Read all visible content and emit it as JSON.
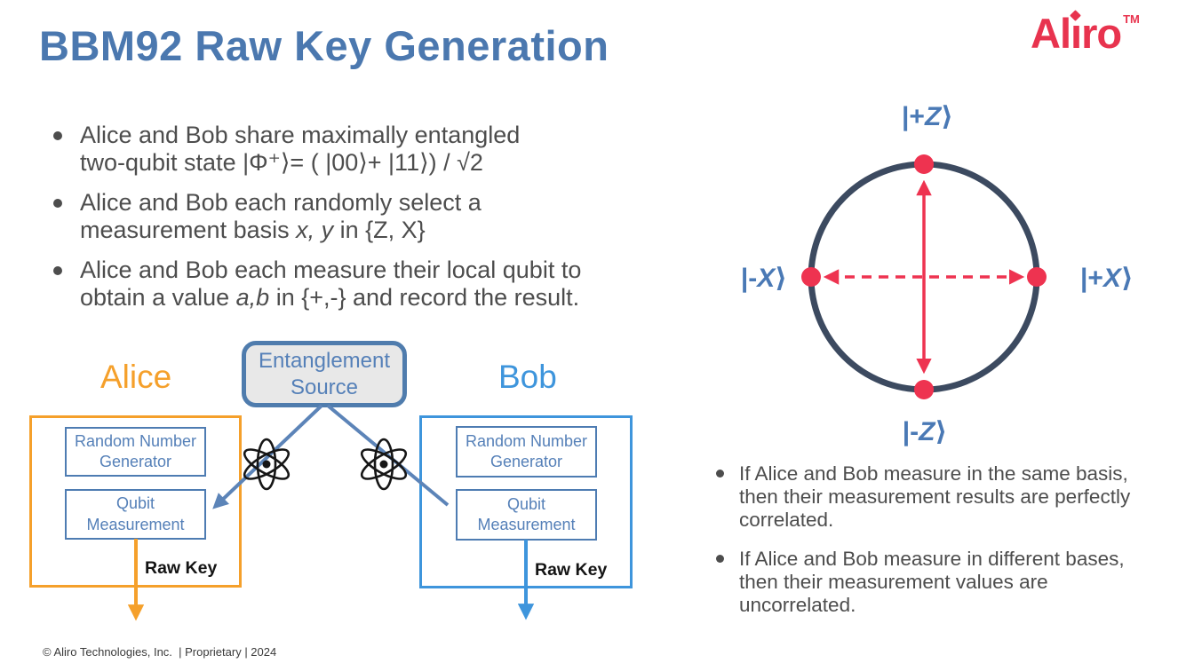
{
  "header": {
    "title": "BBM92 Raw Key Generation",
    "logo": {
      "part1": "Al",
      "dotless_i": "ı",
      "part2": "ro",
      "tm": "TM"
    }
  },
  "bullets_left": [
    {
      "line1": "Alice and Bob share maximally entangled",
      "line2": "two-qubit state |Φ⁺⟩= ( |00⟩+ |11⟩) / √2"
    },
    {
      "line1": "Alice and Bob each randomly select a",
      "line2_pre": "measurement basis ",
      "line2_italic": "x, y",
      "line2_post": " in {Z, X}"
    },
    {
      "line1": "Alice and Bob each measure their local qubit to",
      "line2_pre": "obtain a value ",
      "line2_italic": "a,b",
      "line2_post": " in {+,-} and record the result."
    }
  ],
  "diagram": {
    "alice_label": "Alice",
    "bob_label": "Bob",
    "source_label": "Entanglement\nSource",
    "alice_rng": "Random Number\nGenerator",
    "alice_qm": "Qubit\nMeasurement",
    "bob_rng": "Random Number\nGenerator",
    "bob_qm": "Qubit\nMeasurement",
    "alice_raw_key": "Raw Key",
    "bob_raw_key": "Raw Key"
  },
  "bloch": {
    "top": {
      "pre": "|+",
      "basis": "Z",
      "ket": "⟩"
    },
    "bottom": {
      "pre": "|-",
      "basis": "Z",
      "ket": "⟩"
    },
    "left": {
      "pre": "|-",
      "basis": "X",
      "ket": "⟩"
    },
    "right": {
      "pre": "|+",
      "basis": "X",
      "ket": "⟩"
    }
  },
  "bullets_right": [
    "If Alice and Bob measure in the same basis, then their measurement results are perfectly correlated.",
    "If Alice and Bob measure in different bases, then their measurement values are uncorrelated."
  ],
  "footer": "© Aliro Technologies, Inc.  | Proprietary | 2024",
  "colors": {
    "title_blue": "#4B78AF",
    "logo_red": "#E8334E",
    "body_text": "#4D4D4D",
    "alice_orange": "#F5A02B",
    "bob_blue": "#3E95DC",
    "steel_blue": "#5580B8",
    "source_fill": "#E8E8E8",
    "circle_navy": "#3C4A60",
    "accent_red": "#EE3350"
  }
}
